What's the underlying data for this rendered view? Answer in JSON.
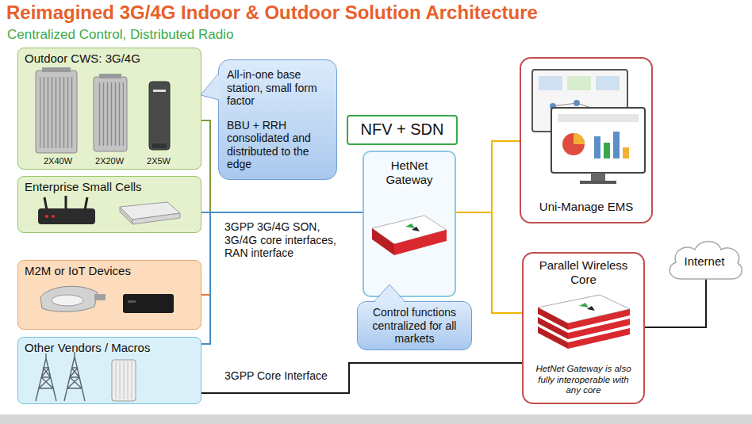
{
  "diagram": {
    "title": "Reimagined 3G/4G Indoor & Outdoor Solution Architecture",
    "nodes": [
      {
        "text": [
          "Outdoor CWS: 3G/4G",
          "2X40W",
          "2X20W",
          "2X5W"
        ]
      },
      {
        "text": [
          "All-in-one base station, small form factor",
          "BBU + RRH consolidated and distributed to the edge"
        ]
      },
      {
        "text": [
          "Enterprise Small Cells"
        ]
      },
      {
        "text": [
          "M2M or IoT Devices"
        ]
      },
      {
        "text": [
          "Other Vendors / Macros"
        ]
      },
      {
        "text": [
          "NFV + SDN"
        ]
      },
      {
        "text": [
          "HetNet Gateway"
        ]
      },
      {
        "text": [
          "Control functions centralized for all markets"
        ]
      },
      {
        "text": [
          "Uni-Manage EMS"
        ]
      },
      {
        "text": [
          "Parallel Wireless Core",
          "HetNet Gateway is also fully interoperable with any core"
        ]
      },
      {
        "text": [
          "Internet"
        ]
      }
    ],
    "edges": [
      {
        "from": 0,
        "to": 6,
        "arrow": "none"
      },
      {
        "from": 2,
        "to": 6,
        "label": "3GPP 3G/4G SON, 3G/4G core interfaces, RAN interface",
        "arrow": "none"
      },
      {
        "from": 3,
        "to": 6,
        "arrow": "none"
      },
      {
        "from": 4,
        "to": 6,
        "arrow": "none"
      },
      {
        "from": 6,
        "to": 8,
        "arrow": "none"
      },
      {
        "from": 6,
        "to": 9,
        "arrow": "none"
      },
      {
        "from": 4,
        "to": 9,
        "label": "3GPP Core Interface",
        "arrow": "none"
      },
      {
        "from": 9,
        "to": 10,
        "arrow": "none"
      }
    ],
    "labels": [
      "Centralized Control, Distributed Radio"
    ]
  }
}
